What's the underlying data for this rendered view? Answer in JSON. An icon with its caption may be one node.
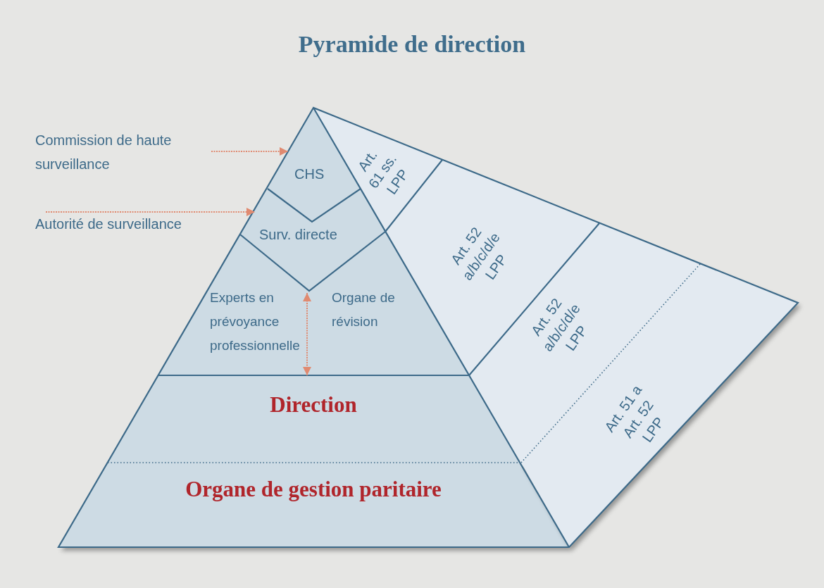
{
  "diagram": {
    "title": "Pyramide de direction",
    "nodes": [
      {
        "text": [
          "Commission de haute surveillance"
        ]
      },
      {
        "text": [
          "CHS"
        ]
      },
      {
        "text": [
          "Autorité de surveillance"
        ]
      },
      {
        "text": [
          "Surv. directe"
        ]
      },
      {
        "text": [
          "Experts en prévoyance professionnelle"
        ]
      },
      {
        "text": [
          "Organe de révision"
        ]
      },
      {
        "text": [
          "Direction"
        ]
      },
      {
        "text": [
          "Organe de gestion paritaire"
        ]
      },
      {
        "text": [
          "Art. 61 ss. LPP"
        ]
      },
      {
        "text": [
          "Art. 52 a/b/c/d/e LPP"
        ]
      },
      {
        "text": [
          "Art. 52 a/b/c/d/e LPP"
        ]
      },
      {
        "text": [
          "Art. 51 a Art. 52 LPP"
        ]
      }
    ],
    "edges": [
      {
        "from": 0,
        "to": 1,
        "arrow": "to",
        "style": "dashed",
        "color": "#e08a70"
      },
      {
        "from": 2,
        "to": 3,
        "arrow": "to",
        "style": "dashed",
        "color": "#e08a70"
      },
      {
        "from": 3,
        "to": 6,
        "arrow": "both",
        "style": "dashed",
        "color": "#e08a70"
      }
    ]
  }
}
